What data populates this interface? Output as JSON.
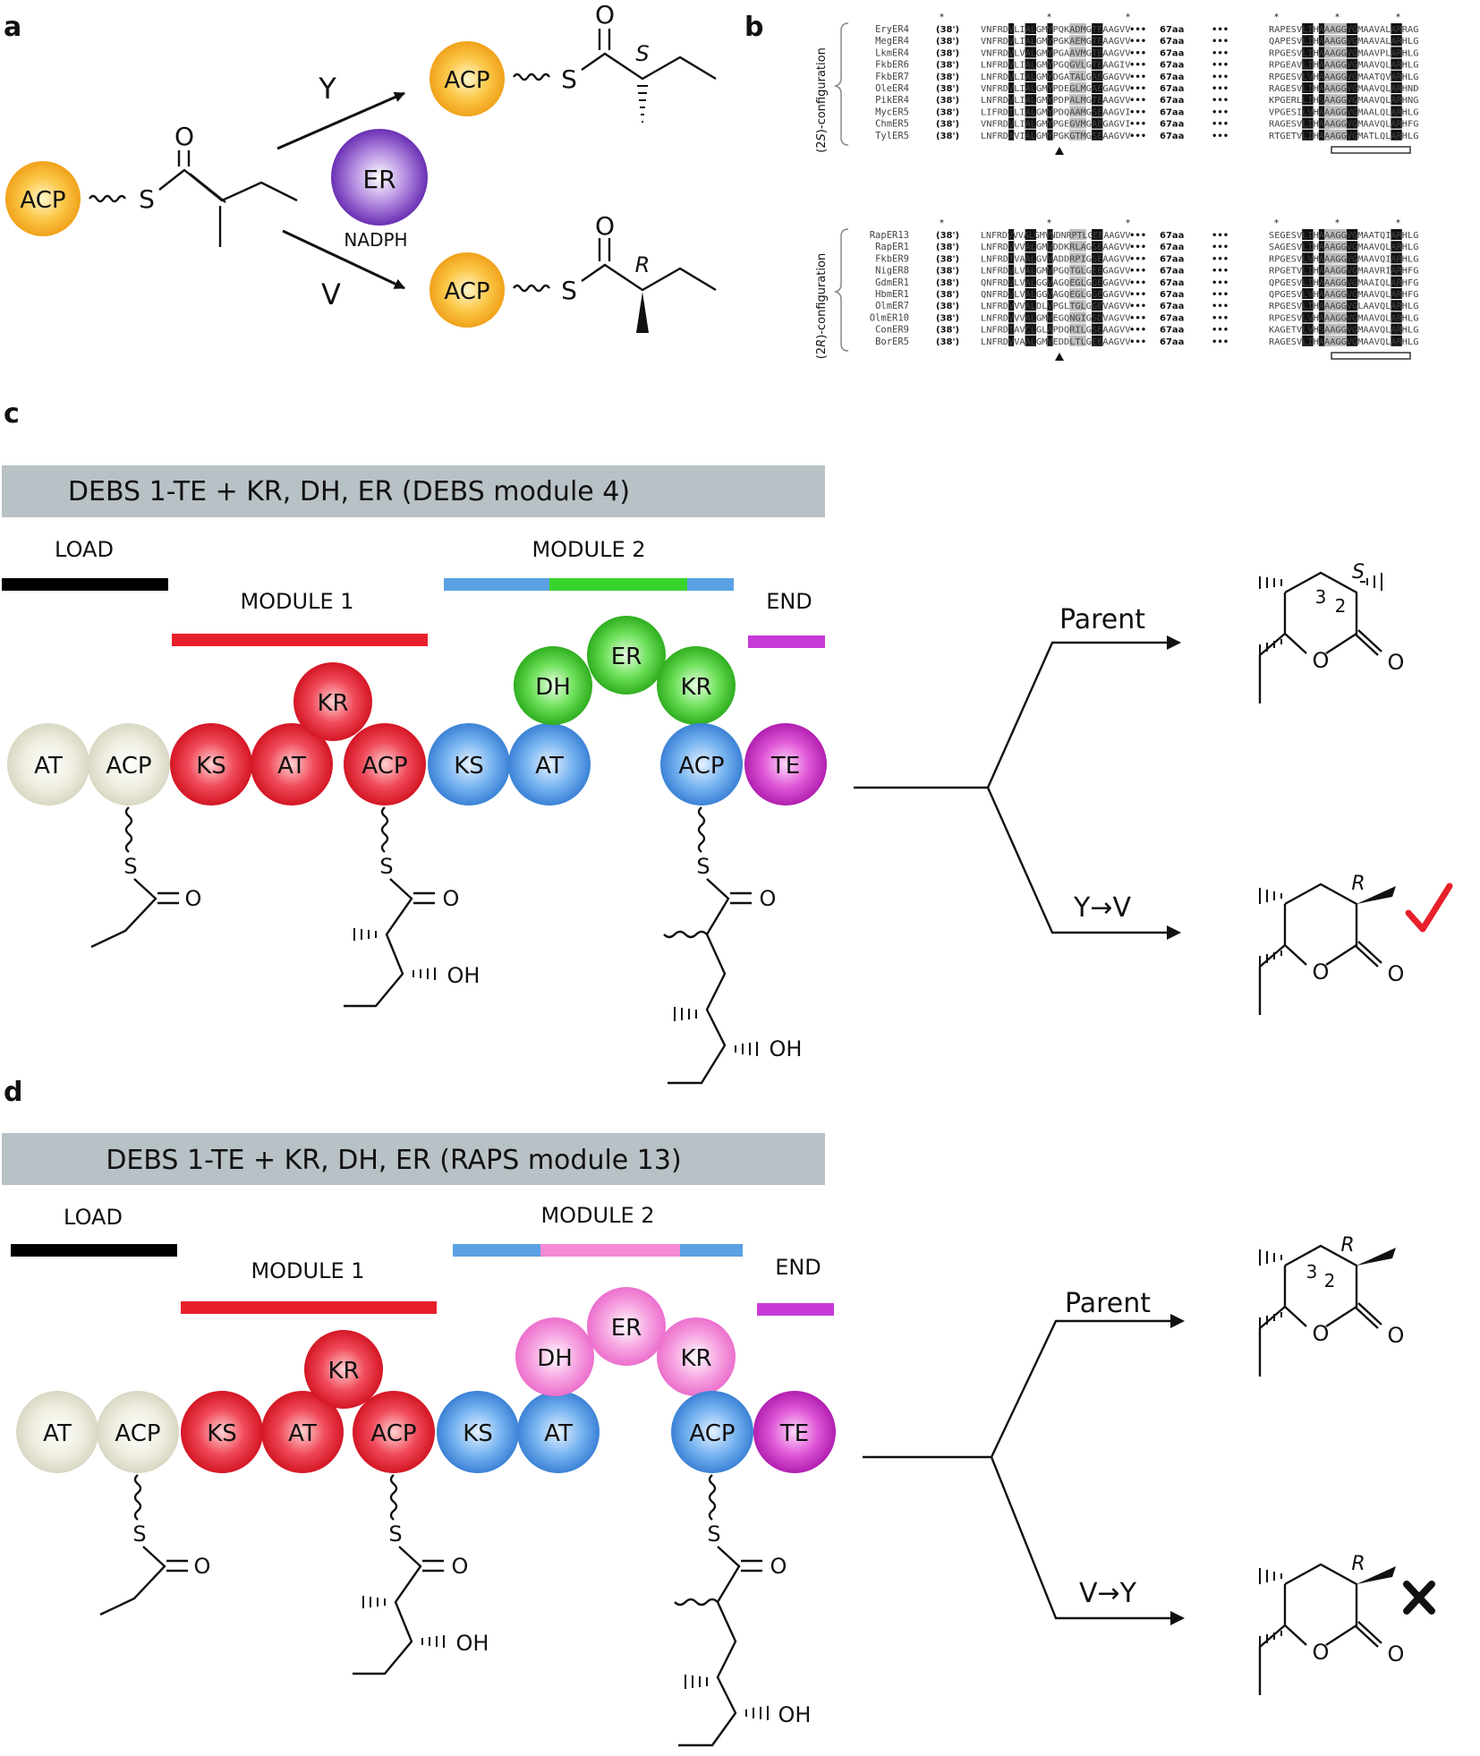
{
  "panels": {
    "a": "a",
    "b": "b",
    "c": "c",
    "d": "d"
  },
  "panel_a": {
    "acp": "ACP",
    "s": "S",
    "o": "O",
    "er": "ER",
    "nadph": "NADPH",
    "upper_path": "Y",
    "lower_path": "V",
    "upper_config": "S",
    "lower_config": "R"
  },
  "panel_b": {
    "top_group_label_pre": "(2",
    "top_group_label_ital": "S",
    "top_group_label_post": ")-configuration",
    "bottom_group_label_pre": "(2",
    "bottom_group_label_ital": "R",
    "bottom_group_label_post": ")-configuration",
    "position": "(38')",
    "gap": "67aa",
    "dots": "•••",
    "top_names": [
      "EryER4",
      "MegER4",
      "LkmER4",
      "FkbER6",
      "FkbER7",
      "OleER4",
      "PikER4",
      "MycER5",
      "ChmER5",
      "TylER5"
    ],
    "top_seq1": [
      "VNFRDVLIALGMYPQKADMGTEAAGVV",
      "VNFRDVLIALGMYPGKAEMGTEAAGVV",
      "VNFRDVLVALGMYPGAAVMGTEAAGVV",
      "LNFRDVLIALGMYPGQGVLGTEAAGIV",
      "LNFRDVLIALGMYDGATALGAEGAGVV",
      "VNFRDVLIALGMYPDEGLMGAEGAGVV",
      "LNFRDVLIALGMYPDPALMGTEAAGVV",
      "LIFRDTLIALGMYPDQAAMGSEAAGVI",
      "VNFRDVLIALGMYPGEGVMGAEGAGVI",
      "LNFRDAVIALGMYPGKGTMGSEAAGVV"
    ],
    "top_seq2": [
      "RAPESVLIHAAAGGVGMAAVALARRAG",
      "QAPESVLIHAAAGGVGMAAVALARHLG",
      "RPGESVLIHAAAGGVGMAAVPLARHLG",
      "RPGEAVLIHAAAGGVGMAAVQLARHLG",
      "RPGESVLVHAAAGGVGMAATQVARHLG",
      "RAGESVLIHAAAGGVGMAAVQLARHND",
      "KPGERLLIHSAAGGVGMAAVQLARHNG",
      "VPGESILVHAAAGGVGMAALQLARHLG",
      "RAGESVLIHAAAGGVGMAAVQLARHFG",
      "RTGETVLIHAAAGGVGMATLQLARHLG"
    ],
    "bottom_names": [
      "RapER13",
      "RapER1",
      "FkbER9",
      "NigER8",
      "GdmER1",
      "HbmER1",
      "OlmER7",
      "OlmER10",
      "ConER9",
      "BorER5"
    ],
    "bottom_seq1": [
      "LNFRDVVVALGMVNDNRPTLGEEAAGVV",
      "LNFRDVVVALGMVDDKRLAGSEAAGVV",
      "LNFRDTVAALGVVADDRPIGSEAAGVV",
      "LNFRDVLVALGMVPGQTGLGEEGAGVV",
      "QNFRDVLVALGGVAGQEGLGGEGAGVV",
      "QNFRDVLVALGGVAGQEGLGGEGAGVV",
      "LNFRDVVVALDLVPGLTGLGGEVAGVV",
      "LNFRDVVVALGMVEGQNGIGSDVAGVV",
      "LNFRDIAVCLGLAPDQRILGSEAAGVV",
      "LNFRDVVAALGMVEDDLTLGEEAAGVV"
    ],
    "bottom_seq2": [
      "SEGESVLIHAAAGGVGMAATQIARHLG",
      "SAGESVLIHAAAGGVGMAAVQLARHLG",
      "RPGESVLVHAAAGGVGMAAVQIARHLG",
      "RPGETVLIHAAAGGVGMAAVRIARHFG",
      "QPGESVLIHAAAGGVGMAAIQLARHFG",
      "QPGESVLVHAAAGGVGMAAVQLARHFG",
      "RPGESVLIHAAAGGVGLAAVQLARHLG",
      "RPGESVLVHAAAGGVGMAAVQLARHLG",
      "KAGETVLVHSAAGGVGMAAVQLARHLG",
      "RAGESVLIHAAAGGVGMAAVQLARHLG"
    ]
  },
  "panel_c": {
    "title": "DEBS 1-TE + KR, DH, ER (DEBS module 4)",
    "load": "LOAD",
    "module1": "MODULE 1",
    "module2": "MODULE 2",
    "end": "END",
    "domains": {
      "at": "AT",
      "acp": "ACP",
      "ks": "KS",
      "kr": "KR",
      "dh": "DH",
      "er": "ER",
      "te": "TE"
    },
    "s": "S",
    "o": "O",
    "oh": "OH",
    "upper_branch": "Parent",
    "lower_branch": "Y→V",
    "upper_config": "S",
    "lower_config": "R",
    "num3": "3",
    "num2": "2",
    "colors": {
      "module1": "#e8202b",
      "module2_flank": "#5aa1e4",
      "module2_center": "#37d42e",
      "load": "#000000",
      "end": "#c83ad8",
      "check": "#e8202b"
    }
  },
  "panel_d": {
    "title": "DEBS 1-TE + KR, DH, ER (RAPS module 13)",
    "load": "LOAD",
    "module1": "MODULE 1",
    "module2": "MODULE 2",
    "end": "END",
    "domains": {
      "at": "AT",
      "acp": "ACP",
      "ks": "KS",
      "kr": "KR",
      "dh": "DH",
      "er": "ER",
      "te": "TE"
    },
    "s": "S",
    "o": "O",
    "oh": "OH",
    "upper_branch": "Parent",
    "lower_branch": "V→Y",
    "upper_config": "R",
    "lower_config": "R",
    "num3": "3",
    "num2": "2",
    "colors": {
      "module1": "#e8202b",
      "module2_flank": "#5aa1e4",
      "module2_center": "#f58ad6",
      "load": "#000000",
      "end": "#c83ad8",
      "cross": "#111111"
    }
  }
}
